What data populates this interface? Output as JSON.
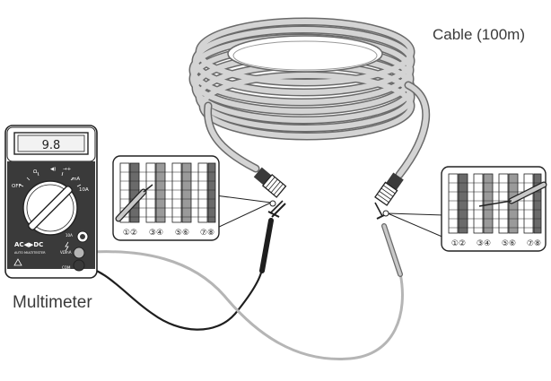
{
  "labels": {
    "cable": "Cable (100m)",
    "multimeter": "Multimeter"
  },
  "multimeter": {
    "display_reading": "9.8",
    "dial_markings": [
      "OFF",
      "Ω",
      "◀)",
      "→+",
      "mA",
      "10A"
    ],
    "mode_label": "AC◀▶DC",
    "small_print": "AUTO MULTITESTER",
    "jack_labels": [
      "10A",
      "VΩmA",
      "COM"
    ]
  },
  "left_connector_panel": {
    "pin_labels": [
      "①②",
      "③④",
      "⑤⑥",
      "⑦⑧"
    ]
  },
  "right_connector_panel": {
    "pin_labels": [
      "①②",
      "③④",
      "⑤⑥",
      "⑦⑧"
    ]
  },
  "colors": {
    "outline": "#222222",
    "cable_gray": "#c8c8c8",
    "meter_dark": "#3a3a3a",
    "probe_black": "#222222",
    "probe_lead_gray": "#b5b5b5"
  },
  "icons": [
    "multimeter-icon",
    "rotary-dial-icon",
    "probe-icon",
    "rj45-plug-icon",
    "cable-coil-icon"
  ]
}
